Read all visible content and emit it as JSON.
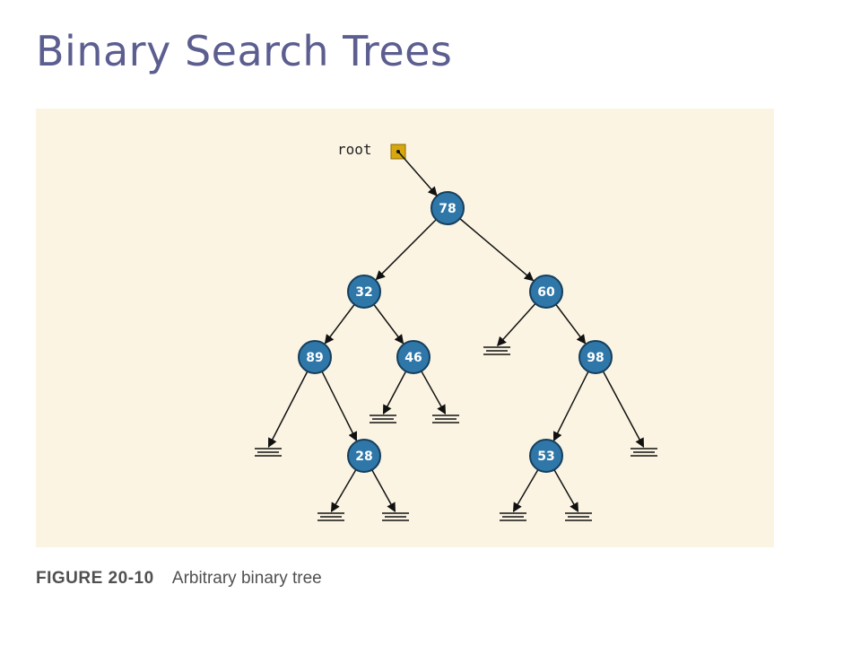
{
  "title": "Binary Search Trees",
  "caption": {
    "figure": "FIGURE 20-10",
    "text": "Arbitrary binary tree"
  },
  "diagram": {
    "root_pointer_label": "root",
    "nodes": [
      "78",
      "32",
      "60",
      "89",
      "46",
      "98",
      "28",
      "53"
    ],
    "edges": [
      [
        "78",
        "32"
      ],
      [
        "78",
        "60"
      ],
      [
        "32",
        "89"
      ],
      [
        "32",
        "46"
      ],
      [
        "60",
        "98"
      ],
      [
        "89",
        "28"
      ],
      [
        "98",
        "53"
      ]
    ],
    "null_children": [
      "89.left",
      "46.left",
      "46.right",
      "60.left",
      "98.right",
      "28.left",
      "28.right",
      "53.left",
      "53.right"
    ],
    "colors": {
      "node_fill": "#2e77a8",
      "node_stroke": "#163e5c",
      "root_box": "#d7a80e",
      "panel": "#fbf4e3",
      "title": "#5b5e8f"
    }
  }
}
